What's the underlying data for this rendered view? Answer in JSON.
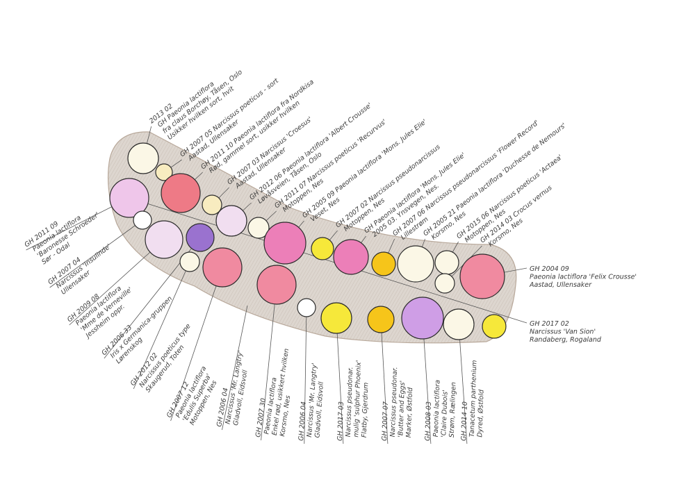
{
  "colors": {
    "bed": "#d8d0c8",
    "cream": "#fbf7e6",
    "creamyellow": "#f8ecc0",
    "red": "#ee7a86",
    "lavender": "#f1def0",
    "pinklavender": "#efc6ea",
    "pink": "#ec7fb8",
    "yellow": "#f6e83a",
    "amber": "#f6c51a",
    "purple": "#9a72cf",
    "lilac": "#cf9ee6",
    "pinkred": "#f08aa0",
    "white": "#ffffff"
  },
  "plants": [
    {
      "color": "cream"
    },
    {
      "color": "creamyellow"
    },
    {
      "color": "red"
    },
    {
      "color": "creamyellow"
    },
    {
      "color": "lavender"
    },
    {
      "color": "cream"
    },
    {
      "color": "pink"
    },
    {
      "color": "yellow"
    },
    {
      "color": "pink"
    },
    {
      "color": "amber"
    },
    {
      "color": "cream"
    },
    {
      "color": "cream"
    },
    {
      "color": "cream"
    },
    {
      "color": "pinkred"
    },
    {
      "color": "pinklavender"
    },
    {
      "color": "white"
    },
    {
      "color": "lavender"
    },
    {
      "color": "purple"
    },
    {
      "color": "cream"
    },
    {
      "color": "pinkred"
    },
    {
      "color": "pinkred"
    },
    {
      "color": "white"
    },
    {
      "color": "yellow"
    },
    {
      "color": "amber"
    },
    {
      "color": "lilac"
    },
    {
      "color": "cream"
    },
    {
      "color": "yellow"
    }
  ],
  "labels": [
    {
      "lines": [
        "2013 02",
        "GH Paeonia lactiflora",
        "fra claus Borchøy, Tåsen, Oslo",
        "Usikker hvilken sort, hvit"
      ]
    },
    {
      "lines": [
        "GH 2007 05 Narcissus poeticus - sort",
        "Aastad, Ullensaker"
      ]
    },
    {
      "lines": [
        "GH 2011 10 Paeonia lactiflora fra Nordkisa",
        "Rød, gammel sort, usikker hvilken"
      ]
    },
    {
      "lines": [
        "GH 2007 03 Narcissus 'Croesus'",
        "Aastad, Ullensaker"
      ]
    },
    {
      "lines": [
        "GH 2012 06 Paeonia lactiflora 'Albert Crousse'",
        "Løvåsveien, Tåsen, Oslo"
      ]
    },
    {
      "lines": [
        "GH 2011 07 Narcissus poeticus 'Recurvus'",
        "Motoppen, Nes"
      ]
    },
    {
      "lines": [
        "GH 2005 09 Paeonia lactiflora 'Mons. Jules Elie'",
        "Veset, Nes"
      ]
    },
    {
      "lines": [
        "GH 2007 02 Narcissus pseudonarcissus",
        "Motoppen, Nes"
      ]
    },
    {
      "lines": [
        "GH Paeonia lactiflora 'Mons. Jules Elie'",
        "2005 03.        Ynsvegen, Nes."
      ]
    },
    {
      "lines": [
        "GH 2007 06 Narcissus pseudonarcissus 'Flower Record'",
        "Lillestrøm"
      ]
    },
    {
      "lines": [
        "GH 2005 21 Paeonia lactiflora 'Duchesse de Nemours'",
        "Korsmo, Nes"
      ]
    },
    {
      "lines": [
        "GH 2015 06 Narcissus poeticus 'Actaea'",
        "Motoppen, Nes"
      ]
    },
    {
      "lines": [
        "GH 2014 03 Crocus vernus",
        "Korsmo, Nes"
      ]
    },
    {
      "lines": [
        "GH 2004 09",
        "Paeonia lactiflora 'Felix Crousse'",
        "Aastad, Ullensaker"
      ]
    },
    {
      "lines": [
        "GH 2017 02",
        "Narcissus 'Van Sion'",
        "Randaberg, Rogaland"
      ]
    },
    {
      "lines": [
        "GH 2011 09",
        "Paeonia lactiflora",
        "'Baronesse Schroeder'",
        "Sør - Odal"
      ]
    },
    {
      "lines": [
        "GH 2007 04",
        "Narcissus 'Insulinde'",
        "Ullensaker"
      ]
    },
    {
      "lines": [
        "GH 2009 08",
        "Paeonia lactiflora",
        "'Mme de Verneville'",
        "Jessheim oppr."
      ]
    },
    {
      "lines": [
        "GH 2006 33",
        "Iris x Germanica-gruppen",
        "Lørenskog"
      ]
    },
    {
      "lines": [
        "GH 2012 02",
        "Narcissus poeticus type",
        "Skaugerud, Toten"
      ]
    },
    {
      "lines": [
        "GH 2007 12",
        "Paeonia lactiflora",
        "'Edulis Superba'",
        "Motoppen, Nes"
      ]
    },
    {
      "lines": [
        "GH 2006 04",
        "Narcissus 'Mr. Langtry'",
        "Gladvoll, Eidsvoll"
      ]
    },
    {
      "lines": [
        "GH 2007 30",
        "Paeonia lactiflora",
        "Enkel rød, usikkert hvilken",
        "Korsmo, Nes"
      ]
    },
    {
      "lines": [
        "GH 2006 04",
        "Narcissus 'Mr. Langtry'",
        "Gladvoll, Eidsvoll"
      ]
    },
    {
      "lines": [
        "GH 2017 03",
        "Narcissus pseudonar.",
        "mulig 'sulphur Phoenix'",
        "Flatby, Gjerdrum"
      ]
    },
    {
      "lines": [
        "GH 2007 07",
        "Narcissus pseudonar.",
        "'Butter and Eggs'",
        "Marker, Østfold"
      ]
    },
    {
      "lines": [
        "GH 2008 03",
        "Paeonia lactiflora",
        "'Claire Dubois'",
        "Strøm, Rælingen"
      ]
    },
    {
      "lines": [
        "GH 2014 10",
        "Tanacetum parthenium",
        "Dyred, Østfold"
      ]
    }
  ]
}
